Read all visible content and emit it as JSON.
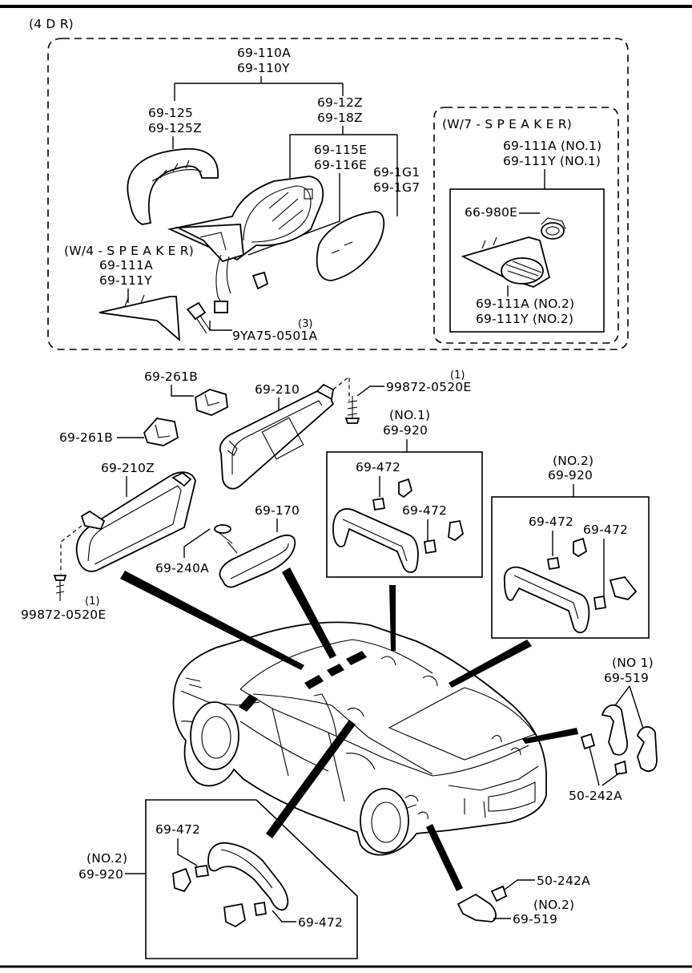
{
  "header": {
    "title": "(4 D R)"
  },
  "mirror_group": {
    "outside_mirror": [
      "69-110A",
      "69-110Y"
    ],
    "mirror_cover": [
      "69-125",
      "69-125Z"
    ],
    "mirror_body": [
      "69-12Z",
      "69-18Z"
    ],
    "mirror_motor": [
      "69-115E",
      "69-116E"
    ],
    "mirror_glass": [
      "69-1G1",
      "69-1G7"
    ],
    "w4_speaker": {
      "title": "(W/4 - S P E A K E R)",
      "parts": [
        "69-111A",
        "69-111Y"
      ]
    },
    "bolt": {
      "part": "9YA75-0501A",
      "qty": "(3)"
    },
    "w7_speaker": {
      "title": "(W/7 - S P E A K E R)",
      "part_no1": [
        "69-111A (NO.1)",
        "69-111Y (NO.1)"
      ],
      "speaker": "66-980E",
      "part_no2": [
        "69-111A (NO.2)",
        "69-111Y (NO.2)"
      ]
    }
  },
  "interior_group": {
    "visor_clip_a": "69-261B",
    "visor_clip_b": "69-261B",
    "sunvisor_right": "69-210",
    "sunvisor_left": "69-210Z",
    "screw_top": {
      "part": "99872-0520E",
      "qty": "(1)"
    },
    "screw_bottom": {
      "part": "99872-0520E",
      "qty": "(1)"
    },
    "rear_view_mirror": "69-170",
    "mirror_base": "69-240A",
    "assist_handle_no1": {
      "tag": "(NO.1)",
      "part": "69-920",
      "caps": [
        "69-472",
        "69-472"
      ]
    },
    "assist_handle_no2_right": {
      "tag": "(NO.2)",
      "part": "69-920",
      "caps": [
        "69-472",
        "69-472"
      ]
    },
    "assist_handle_no2_left": {
      "tag": "(NO.2)",
      "part": "69-920",
      "caps": [
        "69-472",
        "69-472"
      ]
    },
    "trunk_handle_no1": {
      "tag": "(NO 1)",
      "part": "69-519",
      "clip": "50-242A"
    },
    "trunk_handle_no2": {
      "tag": "(NO.2)",
      "part": "69-519",
      "clip": "50-242A"
    }
  }
}
